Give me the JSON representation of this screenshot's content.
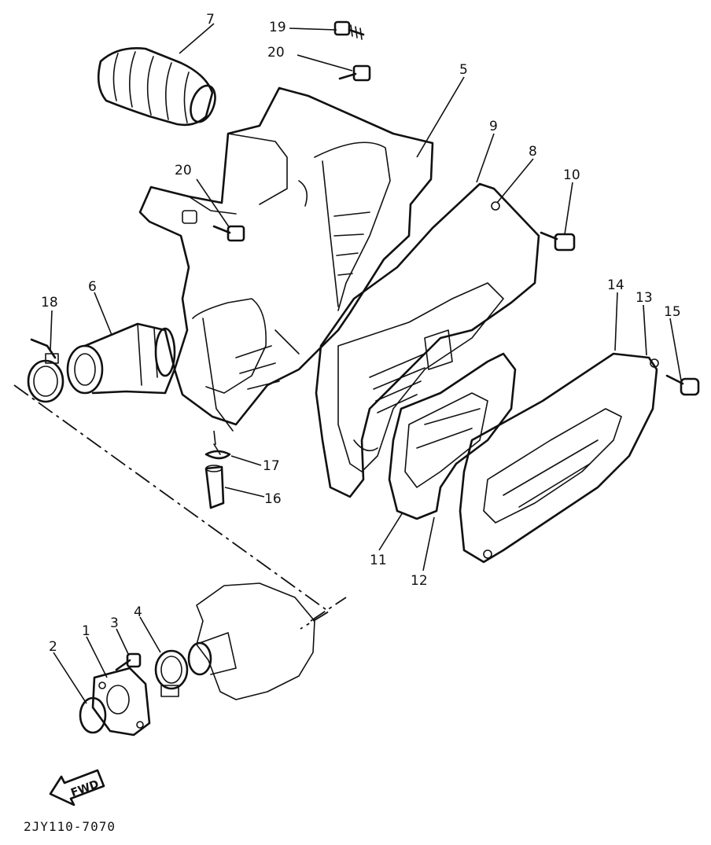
{
  "callouts": {
    "c1": "1",
    "c2": "2",
    "c3": "3",
    "c4": "4",
    "c5": "5",
    "c6": "6",
    "c7": "7",
    "c8": "8",
    "c9": "9",
    "c10": "10",
    "c11": "11",
    "c12": "12",
    "c13": "13",
    "c14": "14",
    "c15": "15",
    "c16": "16",
    "c17": "17",
    "c18": "18",
    "c19": "19",
    "c20a": "20",
    "c20b": "20"
  },
  "fwd_label": "FWD",
  "diagram_code": "2JY110-7070"
}
